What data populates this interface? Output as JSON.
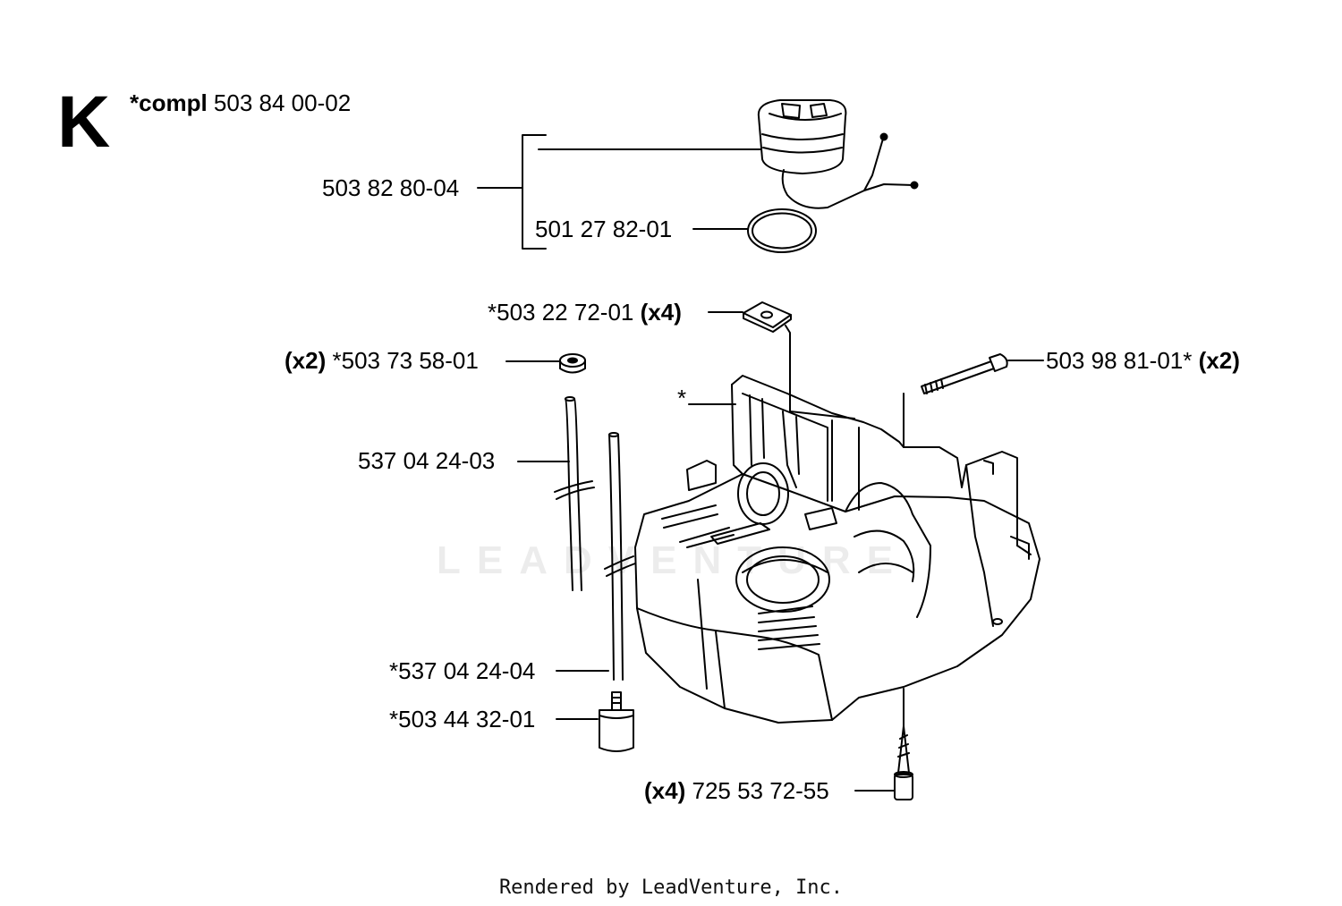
{
  "section": {
    "letter": "K",
    "compl_prefix": "*compl",
    "compl_number": "503 84 00-02"
  },
  "callouts": {
    "tank_cap": "503 82 80-04",
    "o_ring": "501 27 82-01",
    "nut": "*503 22 72-01",
    "nut_qty": "(x4)",
    "grommet_qty": "(x2)",
    "grommet": "*503 73 58-01",
    "bolt": "503 98 81-01*",
    "bolt_qty": "(x2)",
    "star": "*",
    "fuel_hose": "537 04 24-03",
    "fuel_hose_2": "*537 04 24-04",
    "fuel_filter": "*503 44 32-01",
    "screw_qty": "(x4)",
    "screw": "725 53 72-55"
  },
  "watermark": "LEADVENTURE",
  "footer": "Rendered by LeadVenture, Inc."
}
